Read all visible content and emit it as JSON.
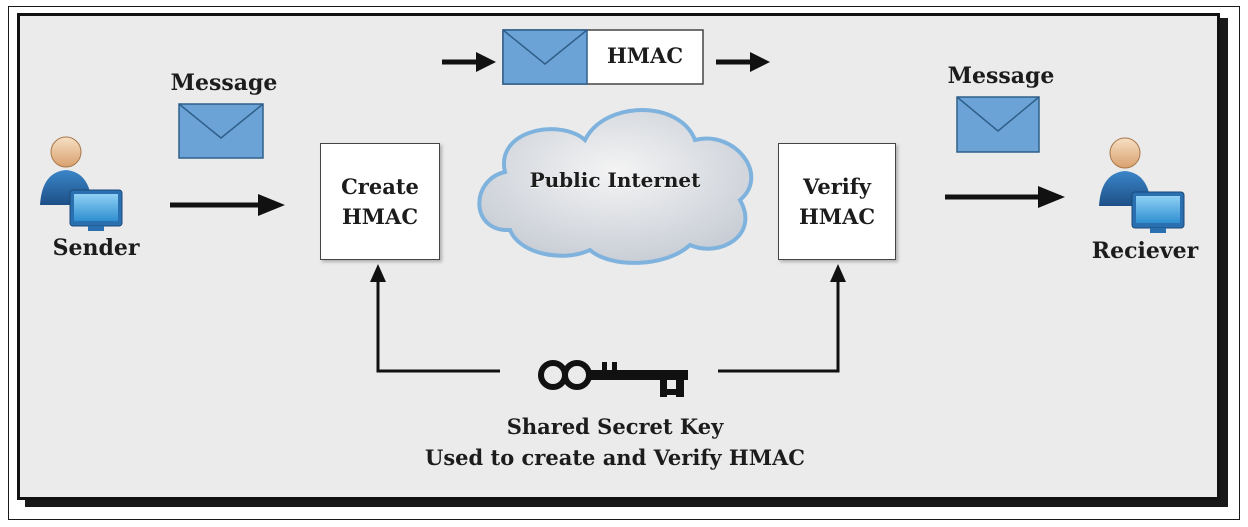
{
  "sender": {
    "label": "Sender"
  },
  "receiver": {
    "label": "Reciever"
  },
  "message_left": {
    "label": "Message"
  },
  "message_right": {
    "label": "Message"
  },
  "create_box": {
    "line1": "Create",
    "line2": "HMAC"
  },
  "verify_box": {
    "line1": "Verify",
    "line2": "HMAC"
  },
  "packet": {
    "label": "HMAC"
  },
  "cloud": {
    "label": "Public Internet"
  },
  "key": {
    "line1": "Shared Secret Key",
    "line2": "Used to create and Verify HMAC"
  },
  "colors": {
    "envelope_fill": "#6ba3d6",
    "envelope_stroke": "#2f5f8a",
    "cloud_fill": "#dfe7f0",
    "cloud_stroke": "#7fb3de",
    "panel_bg": "#ebebeb"
  }
}
